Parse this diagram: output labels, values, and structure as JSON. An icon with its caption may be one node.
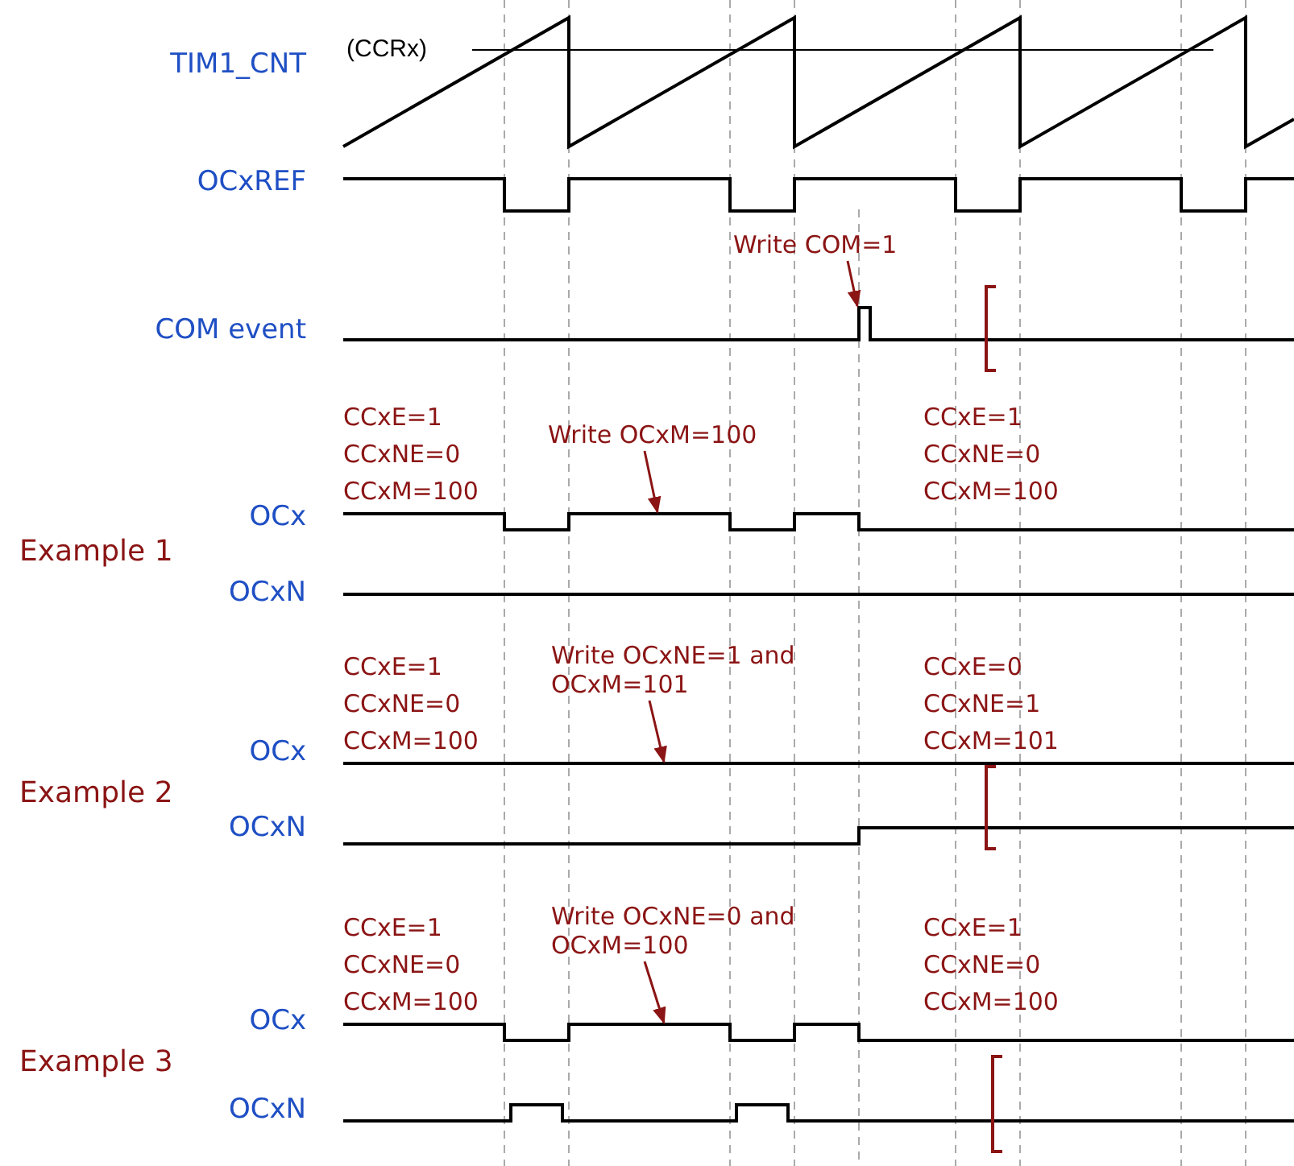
{
  "diagram": {
    "nodes": [
      {
        "text": [
          "Write COM=1"
        ]
      },
      {
        "text": [
          "Write OCxM=100"
        ]
      },
      {
        "text": [
          "Write OCxNE=1 and OCxM=101"
        ]
      },
      {
        "text": [
          "Write OCxNE=0 and OCxM=100"
        ]
      },
      {
        "text": [],
        "shape": "waveform"
      },
      {
        "text": [],
        "shape": "waveform"
      },
      {
        "text": [],
        "shape": "waveform"
      },
      {
        "text": [],
        "shape": "waveform"
      }
    ],
    "edges": [
      {
        "from": 0,
        "to": 4,
        "arrow": "to"
      },
      {
        "from": 1,
        "to": 5,
        "arrow": "to"
      },
      {
        "from": 2,
        "to": 6,
        "arrow": "to"
      },
      {
        "from": 3,
        "to": 7,
        "arrow": "to"
      }
    ],
    "labels": [
      "TIM1_CNT",
      "(CCRx)",
      "OCxREF",
      "COM event",
      "CCxE=1",
      "CCxNE=0",
      "CCxM=100",
      "CCxE=1",
      "CCxNE=0",
      "CCxM=100",
      "OCx",
      "Example 1",
      "OCxN",
      "CCxE=1",
      "CCxNE=0",
      "CCxM=100",
      "CCxE=0",
      "CCxNE=1",
      "CCxM=101",
      "OCx",
      "Example 2",
      "OCxN",
      "CCxE=1",
      "CCxNE=0",
      "CCxM=100",
      "CCxE=1",
      "CCxNE=0",
      "CCxM=100",
      "OCx",
      "Example 3",
      "OCxN"
    ]
  }
}
